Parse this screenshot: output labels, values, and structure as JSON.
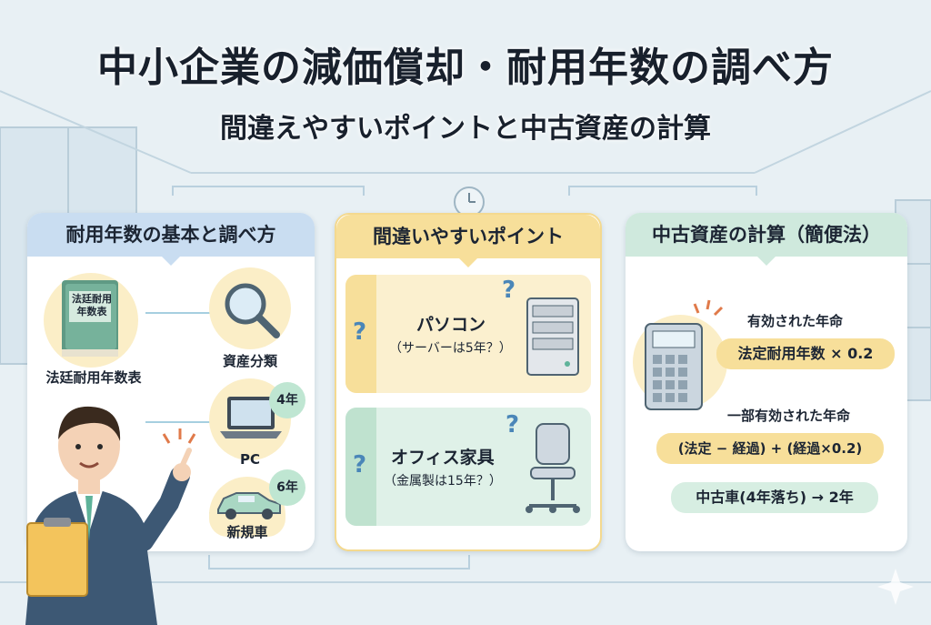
{
  "header": {
    "title": "中小企業の減価償却・耐用年数の調べ方",
    "subtitle": "間違えやすいポイントと中古資産の計算"
  },
  "panel_basics": {
    "heading": "耐用年数の基本と調べ方",
    "book_cover_text": "法廷耐用年数表",
    "book_label": "法廷耐用年数表",
    "asset_category_label": "資産分類",
    "pc_label": "PC",
    "pc_years": "4年",
    "car_label": "新規車",
    "car_years": "6年"
  },
  "panel_mistakes": {
    "heading": "間違いやすいポイント",
    "items": [
      {
        "title": "パソコン",
        "note": "（サーバーは5年？）",
        "qmark": "?"
      },
      {
        "title": "オフィス家具",
        "note": "（金属製は15年？）",
        "qmark": "?"
      }
    ]
  },
  "panel_used": {
    "heading": "中古資産の計算（簡便法）",
    "case1_label": "有効された年命",
    "case1_formula": "法定耐用年数 × 0.2",
    "case2_label": "一部有効された年命",
    "case2_formula": "(法定 − 経過) + (経過×0.2)",
    "example": "中古車(4年落ち) → 2年"
  },
  "colors": {
    "basics_head": "#c9ddf1",
    "mistakes_head": "#f7df9a",
    "used_head": "#cfe9dd",
    "background": "#e9f1f5"
  },
  "icons": [
    "book-icon",
    "magnifier-icon",
    "laptop-icon",
    "car-icon",
    "server-icon",
    "office-chair-icon",
    "calculator-icon",
    "question-icon",
    "businessman-illustration"
  ]
}
